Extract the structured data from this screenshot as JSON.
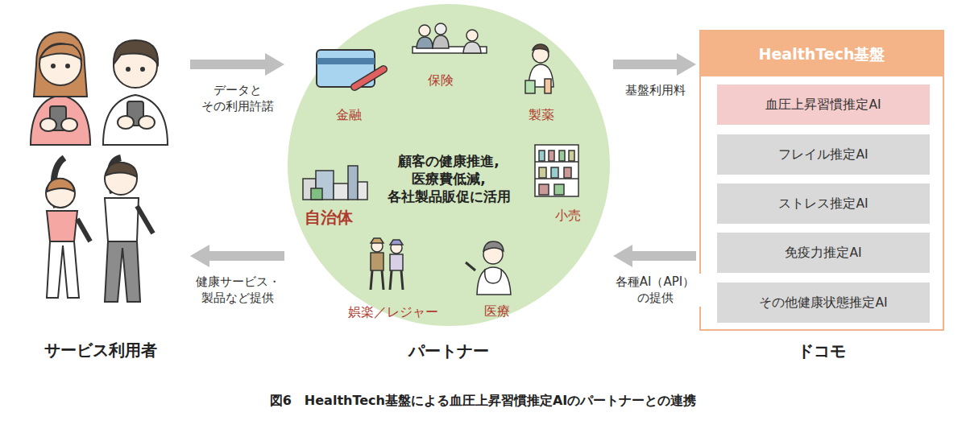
{
  "diagram": {
    "caption": "図6　HealthTech基盤による血圧上昇習慣推定AIのパートナーとの連携",
    "nodes": [
      {
        "text": [
          "サービス利用者"
        ]
      },
      {
        "text": [
          "顧客の健康推進, 医療費低減, 各社製品販促に活用",
          "パートナー"
        ]
      },
      {
        "text": [
          "HealthTech基盤",
          "ドコモ"
        ]
      },
      {
        "text": [
          "血圧上昇習慣推定AI"
        ],
        "in": 2
      },
      {
        "text": [
          "フレイル推定AI"
        ],
        "in": 2
      },
      {
        "text": [
          "ストレス推定AI"
        ],
        "in": 2
      },
      {
        "text": [
          "免疫力推定AI"
        ],
        "in": 2
      },
      {
        "text": [
          "その他健康状態推定AI"
        ],
        "in": 2
      }
    ],
    "edges": [
      {
        "from": 0,
        "to": 1,
        "arrow": "to",
        "label": "データと その利用許諾"
      },
      {
        "from": 1,
        "to": 2,
        "arrow": "to",
        "label": "基盤利用料"
      },
      {
        "from": 2,
        "to": 1,
        "arrow": "to",
        "label": "各種AI（API） の提供"
      },
      {
        "from": 1,
        "to": 0,
        "arrow": "to",
        "label": "健康サービス・ 製品など提供"
      }
    ],
    "labels": [
      "保険",
      "金融",
      "製薬",
      "小売",
      "医療",
      "娯楽／レジャー",
      "自治体"
    ]
  }
}
